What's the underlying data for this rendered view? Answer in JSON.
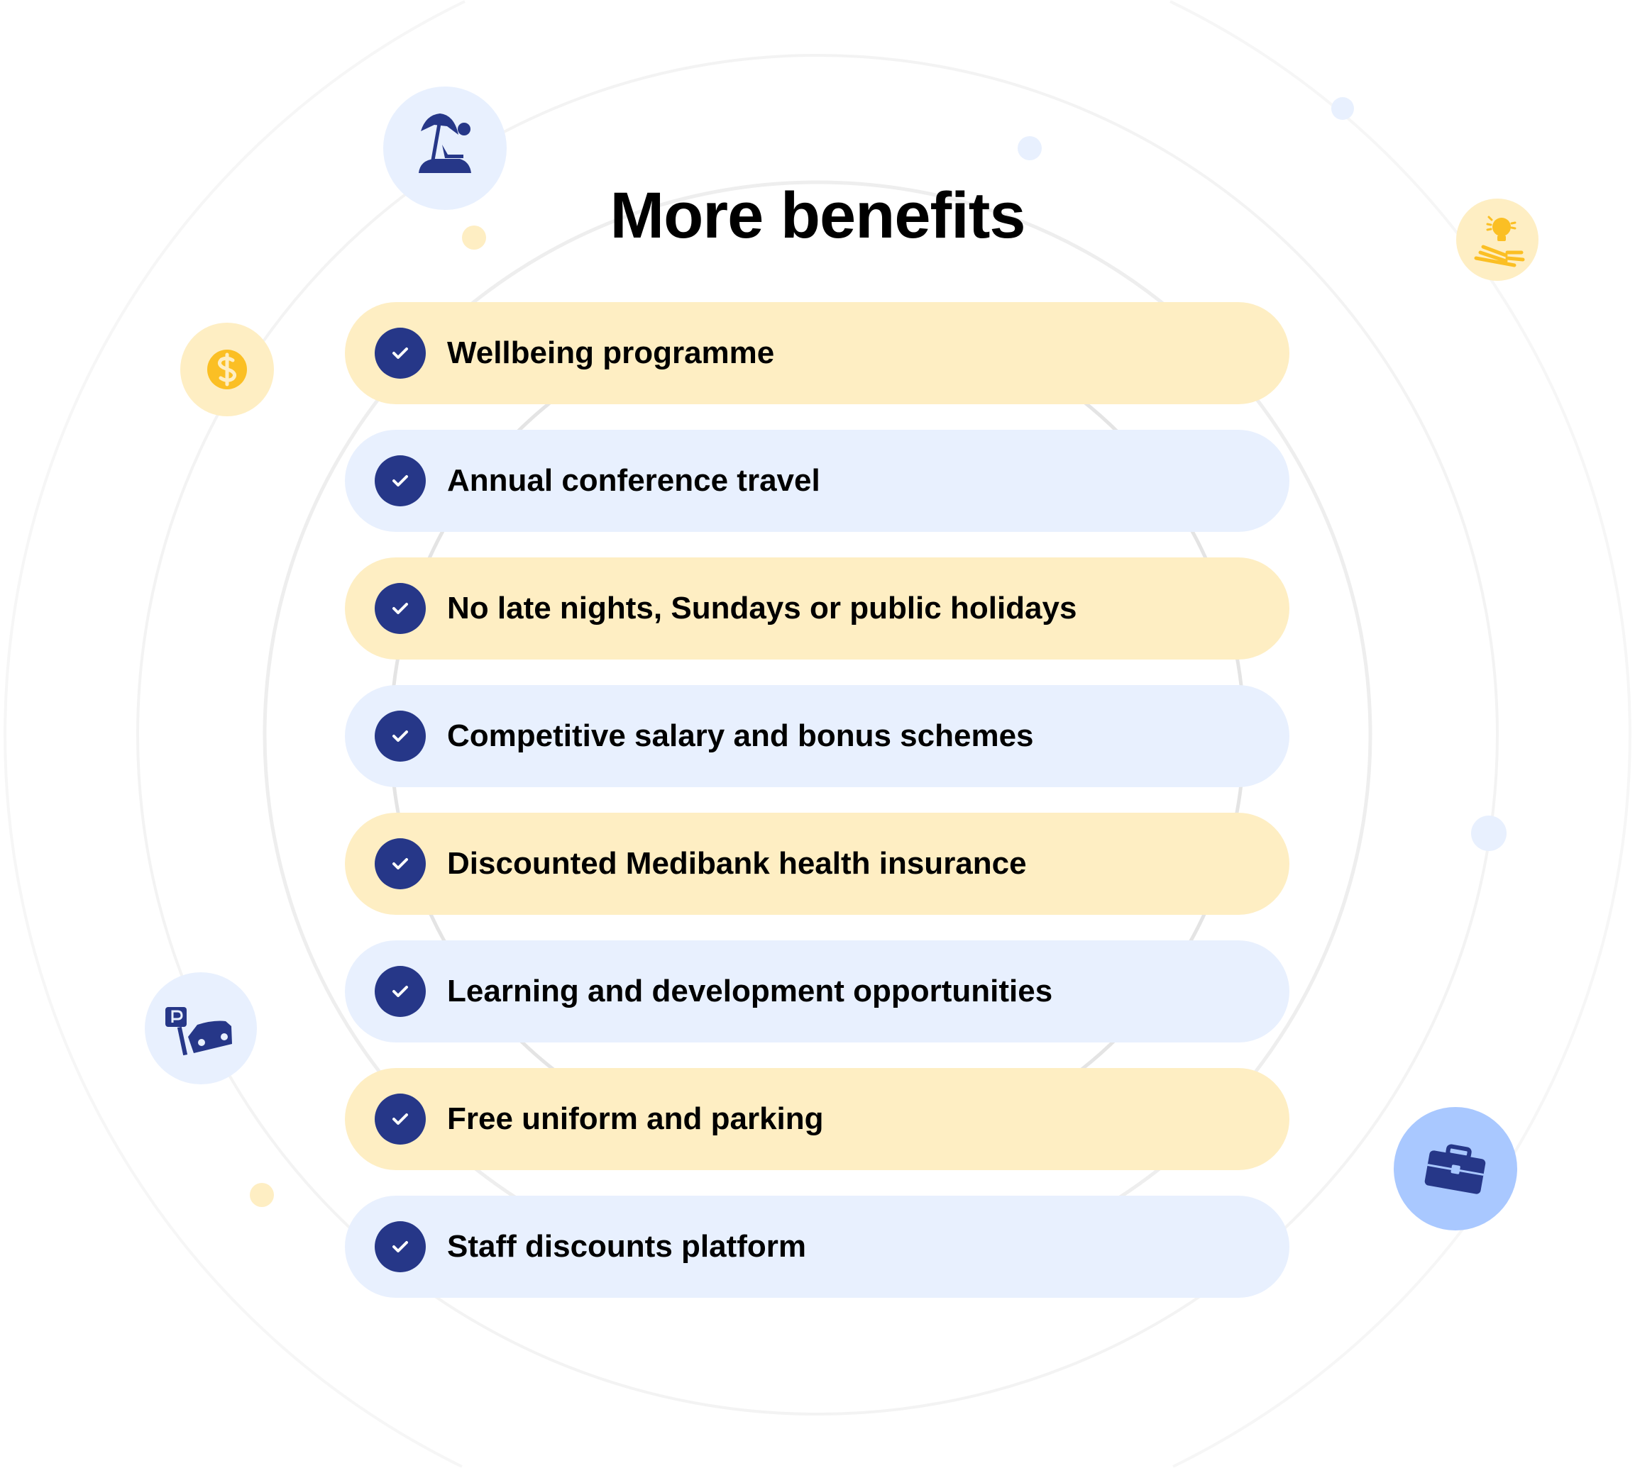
{
  "title": "More benefits",
  "benefits": [
    {
      "label": "Wellbeing programme",
      "tone": "yellow"
    },
    {
      "label": "Annual conference travel",
      "tone": "blue"
    },
    {
      "label": "No late nights, Sundays or public holidays",
      "tone": "yellow"
    },
    {
      "label": "Competitive salary and bonus schemes",
      "tone": "blue"
    },
    {
      "label": "Discounted Medibank health insurance",
      "tone": "yellow"
    },
    {
      "label": "Learning and development opportunities",
      "tone": "blue"
    },
    {
      "label": "Free uniform and parking",
      "tone": "yellow"
    },
    {
      "label": "Staff discounts platform",
      "tone": "blue"
    }
  ],
  "decor_icons": [
    "beach-umbrella-icon",
    "dollar-coin-icon",
    "lightbulb-book-icon",
    "parking-car-icon",
    "briefcase-icon"
  ],
  "colors": {
    "navy": "#263788",
    "yellow_row": "#feeec3",
    "blue_row": "#e8f0fe",
    "amber": "#fbbf24",
    "briefcase_bg": "#a9c8ff"
  }
}
